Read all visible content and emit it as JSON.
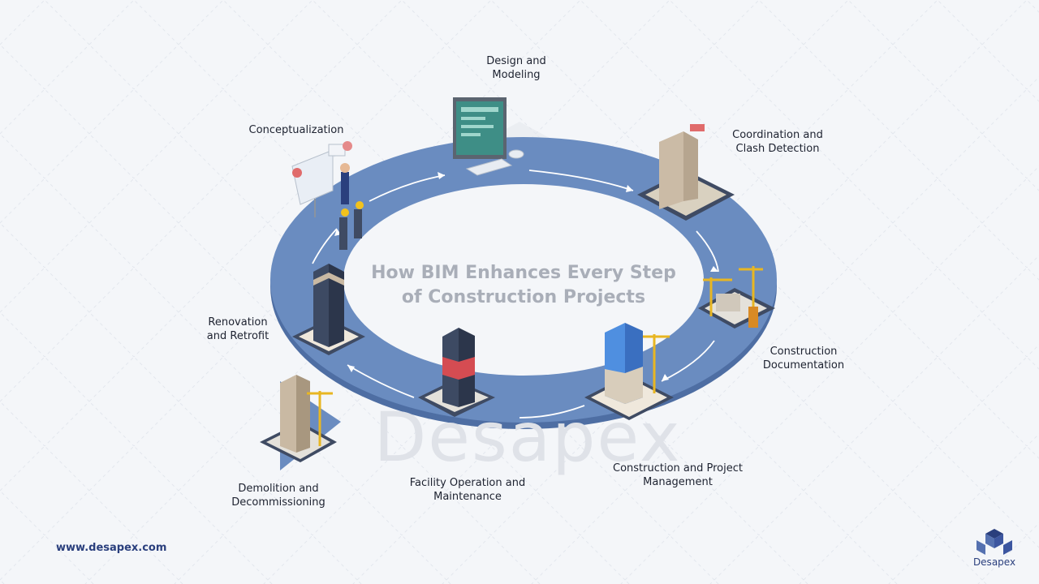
{
  "title": "How BIM Enhances Every Step\nof Construction Projects",
  "watermark": "Desapex",
  "steps": [
    {
      "label": "Design and\nModeling"
    },
    {
      "label": "Coordination and\nClash Detection"
    },
    {
      "label": "Construction\nDocumentation"
    },
    {
      "label": "Construction and Project\nManagement"
    },
    {
      "label": "Facility Operation and\nMaintenance"
    },
    {
      "label": "Demolition and\nDecommissioning"
    },
    {
      "label": "Renovation\nand Retrofit"
    },
    {
      "label": "Conceptualization"
    }
  ],
  "footer": {
    "url": "www.desapex.com"
  },
  "brand": {
    "name": "Desapex"
  },
  "colors": {
    "ring": "#6a8cc0",
    "ring_shadow": "#4e6ea3",
    "accent": "#2a3f7d",
    "text": "#1d2230",
    "title": "#a9aeb8",
    "arrow": "#ffffff"
  },
  "icons": [
    "computer-icon",
    "tower-under-construction-icon",
    "crane-site-icon",
    "glass-tower-icon",
    "skyscraper-icon",
    "demolition-crane-icon",
    "office-building-icon",
    "presentation-board-icon",
    "desapex-logo-icon"
  ]
}
